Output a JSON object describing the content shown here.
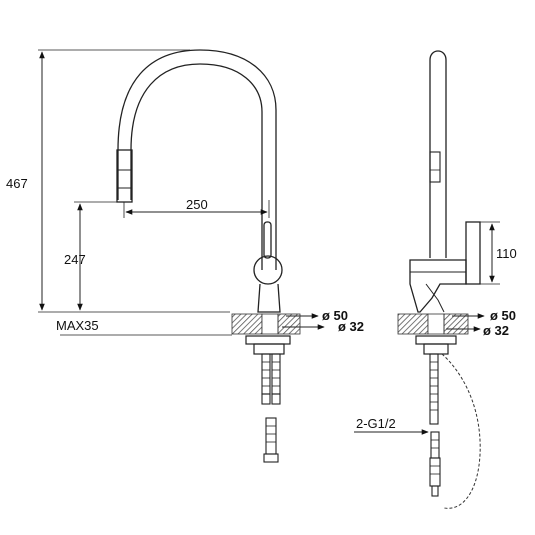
{
  "drawing": {
    "dimensions": {
      "total_height": "467",
      "spout_height": "247",
      "max_thickness": "MAX35",
      "spout_reach": "250",
      "handle_height": "110",
      "hole_diameter_front": "ø 50",
      "base_diameter_front": "ø 32",
      "hole_diameter_side": "ø 50",
      "base_diameter_side": "ø 32",
      "hose_connection": "2-G1/2"
    },
    "colors": {
      "line": "#222222",
      "hatch": "#555555",
      "background": "#ffffff"
    }
  }
}
